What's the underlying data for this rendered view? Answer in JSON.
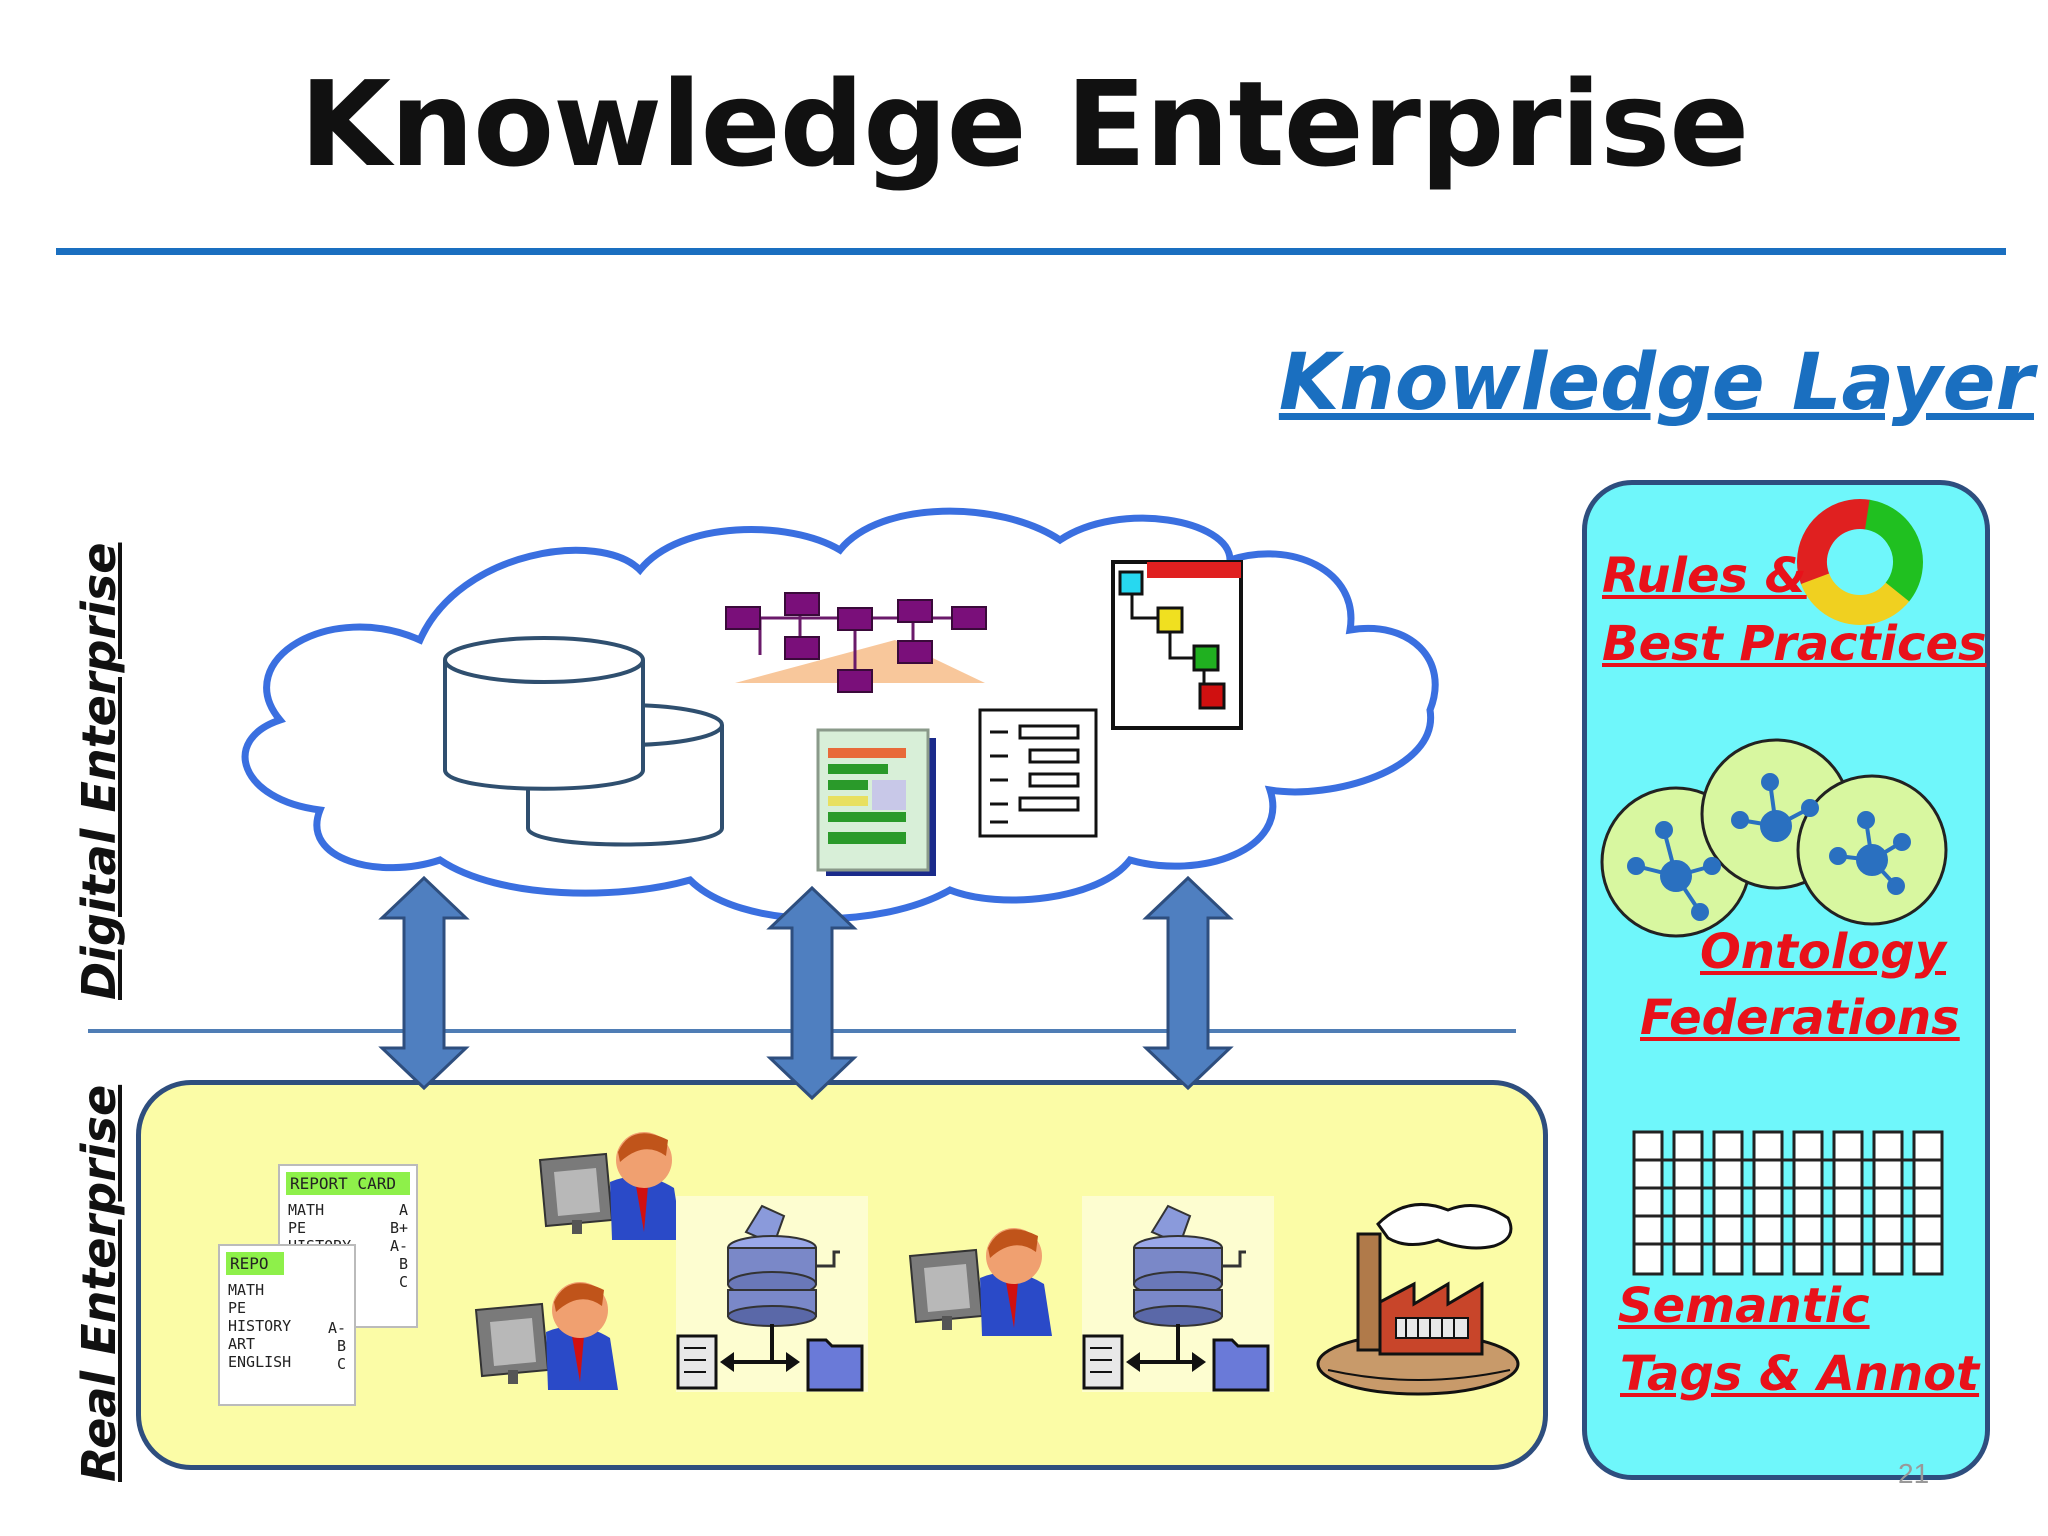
{
  "slide": {
    "title": "Knowledge Enterprise",
    "knowledge_layer": "Knowledge Layer",
    "digital_label": "Digital Enterprise",
    "real_label": "Real Enterprise",
    "page_number": "21"
  },
  "knowledge_panel": {
    "rules_line1": "Rules &",
    "rules_line2": "Best Practices",
    "ontology_line1": "Ontology",
    "ontology_line2": "Federations",
    "semantic_line1": "Semantic",
    "semantic_line2": "Tags & Annot"
  },
  "report_card": {
    "header": "REPORT CARD",
    "header_short": "REPO",
    "subjects": [
      "MATH",
      "PE",
      "HISTORY",
      "ART",
      "ENGLISH"
    ],
    "grades_a": [
      "A",
      "B+",
      "A-",
      "B",
      "C"
    ],
    "grades_b": [
      "A-",
      "B",
      "C"
    ]
  },
  "colors": {
    "accent": "#1a6fc0",
    "panel_bg": "#6ff7fb",
    "real_bg": "#fbfca6",
    "label_red": "#e8111a",
    "arrow": "#4f7fc0",
    "cloud_stroke": "#3a6fe0"
  }
}
